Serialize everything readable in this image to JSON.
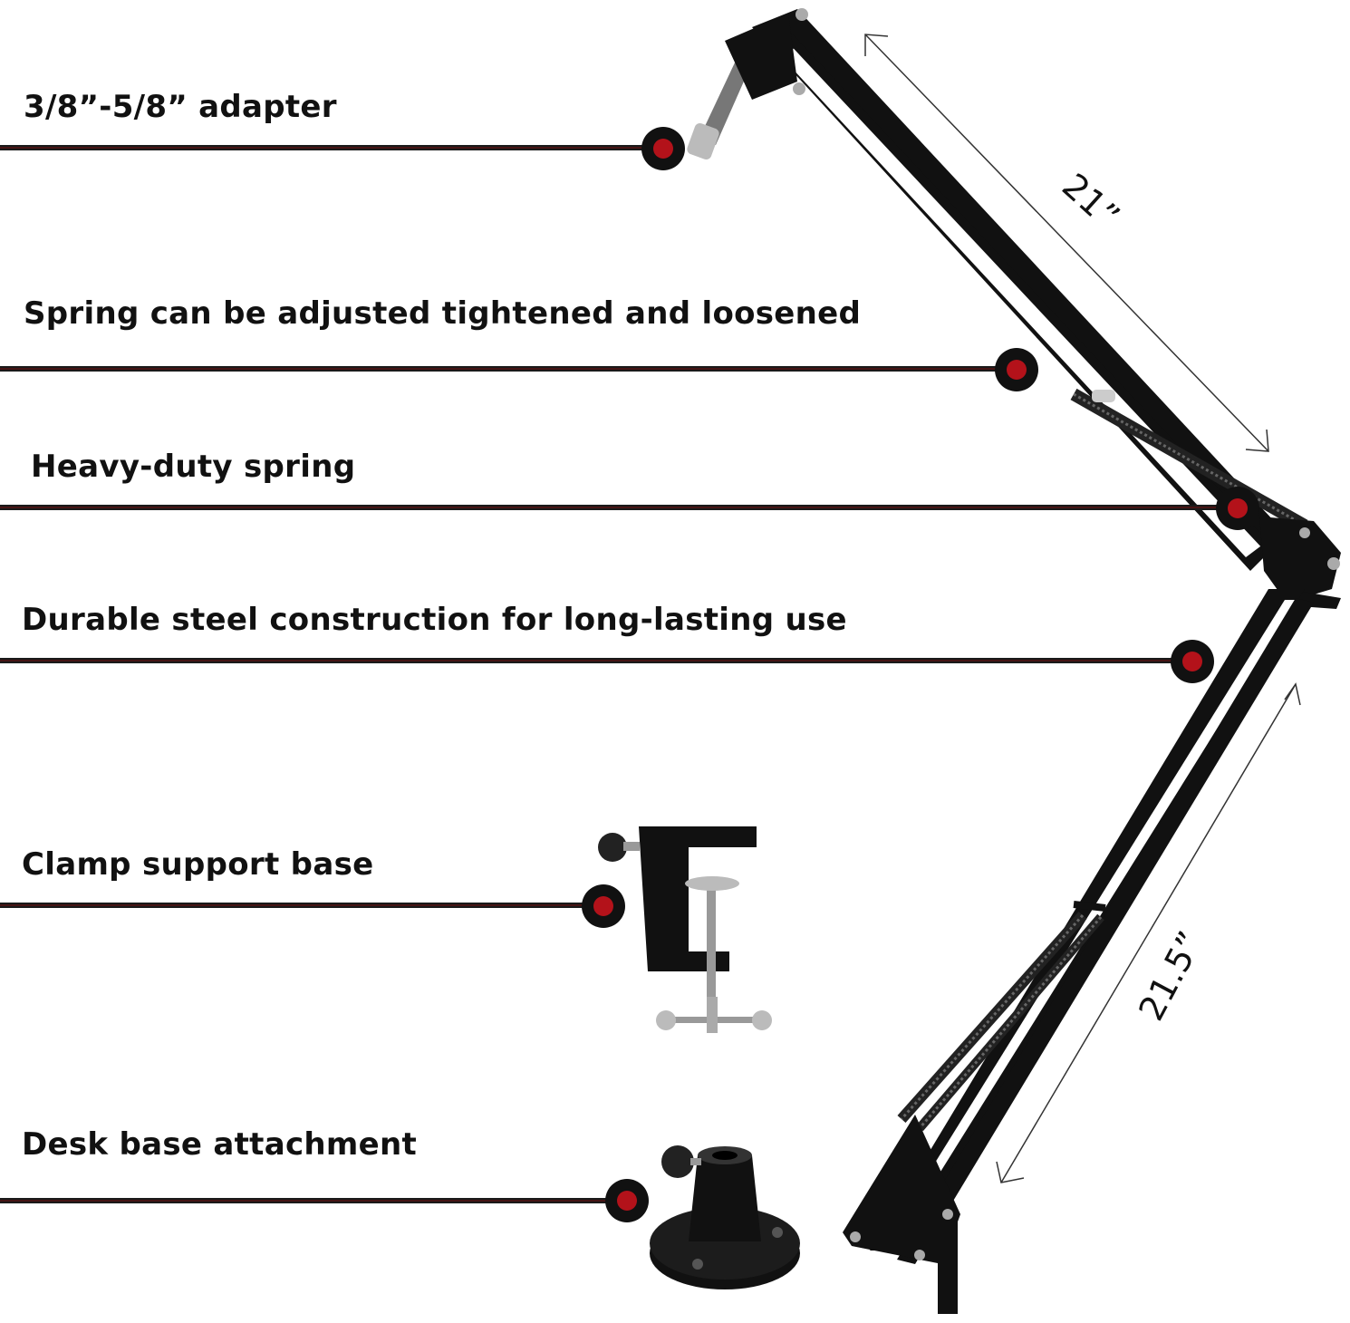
{
  "callouts": [
    {
      "id": "adapter",
      "text": "3/8”-5/8” adapter"
    },
    {
      "id": "spring-adjust",
      "text": "Spring can be adjusted tightened and loosened"
    },
    {
      "id": "heavy-spring",
      "text": "Heavy-duty spring"
    },
    {
      "id": "steel",
      "text": "Durable steel construction for long-lasting use"
    },
    {
      "id": "clamp",
      "text": "Clamp support base"
    },
    {
      "id": "desk-base",
      "text": "Desk base attachment"
    }
  ],
  "dimensions": {
    "upper_arm": "21”",
    "lower_arm": "21.5”"
  },
  "colors": {
    "dot_fill": "#b3121a",
    "line": "#1a1a1a",
    "metal": "#111111"
  }
}
